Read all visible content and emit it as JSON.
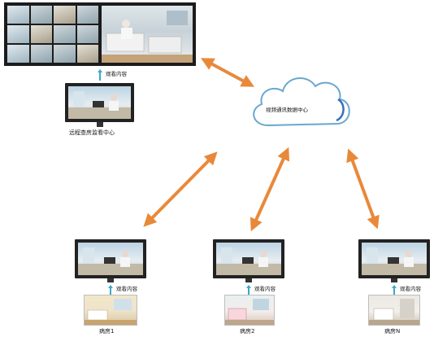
{
  "remote_center": {
    "label": "远程查房监看中心",
    "watch_label": "观看内容"
  },
  "cloud": {
    "label": "视频通讯数据中心"
  },
  "wards": [
    {
      "label": "病房1",
      "watch_label": "观看内容"
    },
    {
      "label": "病房2",
      "watch_label": "观看内容"
    },
    {
      "label": "病房N",
      "watch_label": "观看内容"
    }
  ],
  "colors": {
    "arrow": "#e8893a",
    "up_arrow": "#3ea7c9",
    "cloud_outline": "#6aa7cf"
  }
}
